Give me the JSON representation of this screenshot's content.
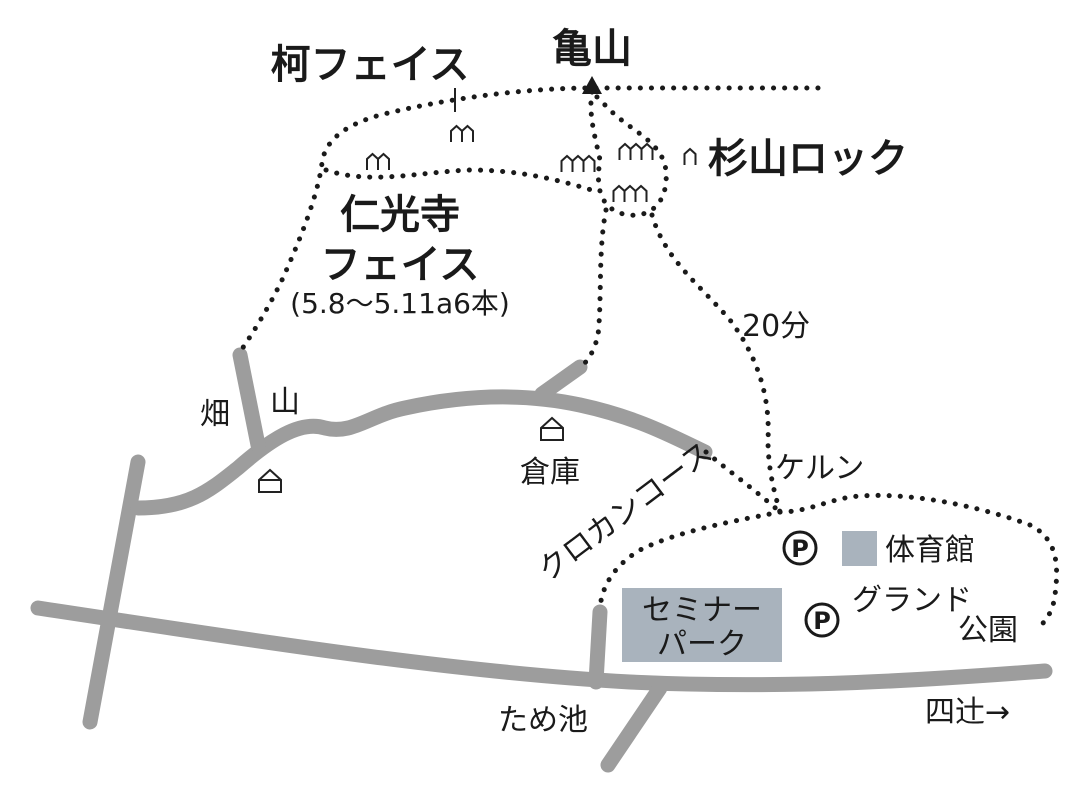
{
  "colors": {
    "road": "#9d9d9d",
    "trail": "#1a1a1a",
    "facility_fill": "#a9b3bd",
    "text": "#1a1a1a"
  },
  "peaks": {
    "kameyama": "亀山"
  },
  "crags": {
    "ka_face": "柯フェイス",
    "sugiyama_rock": "杉山ロック",
    "ninkoji_line1": "仁光寺",
    "ninkoji_line2": "フェイス",
    "ninkoji_grades": "(5.8〜5.11a6本)"
  },
  "labels": {
    "time": "20分",
    "hatake": "畑",
    "yama": "山",
    "soko": "倉庫",
    "kerun": "ケルン",
    "cross_country": "クロカンコース",
    "gym": "体育館",
    "ground": "グランド",
    "park": "公園",
    "seminar_line1": "セミナー",
    "seminar_line2": "パーク",
    "tameike": "ため池",
    "yotsutsuji": "四辻→"
  },
  "icons": {
    "parking": "P"
  }
}
